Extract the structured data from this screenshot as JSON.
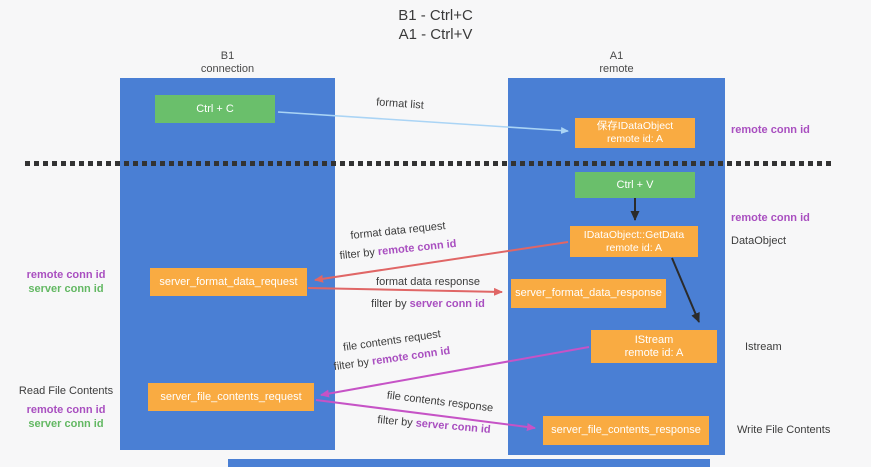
{
  "title": {
    "line1": "B1 - Ctrl+C",
    "line2": "A1 - Ctrl+V"
  },
  "lanes": {
    "left": {
      "title": "B1",
      "subtitle": "connection"
    },
    "right": {
      "title": "A1",
      "subtitle": "remote"
    }
  },
  "boxes": {
    "ctrl_c": {
      "label": "Ctrl + C"
    },
    "save_idataobject": {
      "line1": "保存IDataObject",
      "line2": "remote id: A"
    },
    "ctrl_v": {
      "label": "Ctrl + V"
    },
    "getdata": {
      "line1": "IDataObject::GetData",
      "line2": "remote id: A"
    },
    "server_format_data_request": {
      "label": "server_format_data_request"
    },
    "server_format_data_response": {
      "label": "server_format_data_response"
    },
    "istream": {
      "line1": "IStream",
      "line2": "remote id: A"
    },
    "server_file_contents_request": {
      "label": "server_file_contents_request"
    },
    "server_file_contents_response": {
      "label": "server_file_contents_response"
    }
  },
  "arrows": {
    "format_list": {
      "label": "format list"
    },
    "format_data_request": {
      "label": "format data request",
      "filter_prefix": "filter by ",
      "filter_key": "remote conn id"
    },
    "format_data_response": {
      "label": "format data response",
      "filter_prefix": "filter by ",
      "filter_key": "server conn id"
    },
    "file_contents_request": {
      "label": "file contents request",
      "filter_prefix": "filter by ",
      "filter_key": "remote conn id"
    },
    "file_contents_response": {
      "label": "file contents response",
      "filter_prefix": "filter by ",
      "filter_key": "server conn id"
    }
  },
  "annotations": {
    "right_top_remote_conn_id": "remote conn id",
    "right_mid_remote_conn_id": "remote conn id",
    "dataobject": "DataObject",
    "istream": "Istream",
    "write_file_contents": "Write File Contents",
    "left_mid": {
      "remote": "remote conn id",
      "server": "server conn id"
    },
    "left_bottom": {
      "title": "Read File Contents",
      "remote": "remote conn id",
      "server": "server conn id"
    }
  },
  "colors": {
    "lane_blue": "#4a7fd4",
    "box_orange": "#f9ab42",
    "box_green": "#6abf6b",
    "arrow_light_blue": "#aad4f5",
    "arrow_red": "#e06666",
    "arrow_magenta": "#c653c6",
    "arrow_black": "#2b2b2b",
    "text_purple": "#a94fc0",
    "text_green": "#63b863"
  }
}
